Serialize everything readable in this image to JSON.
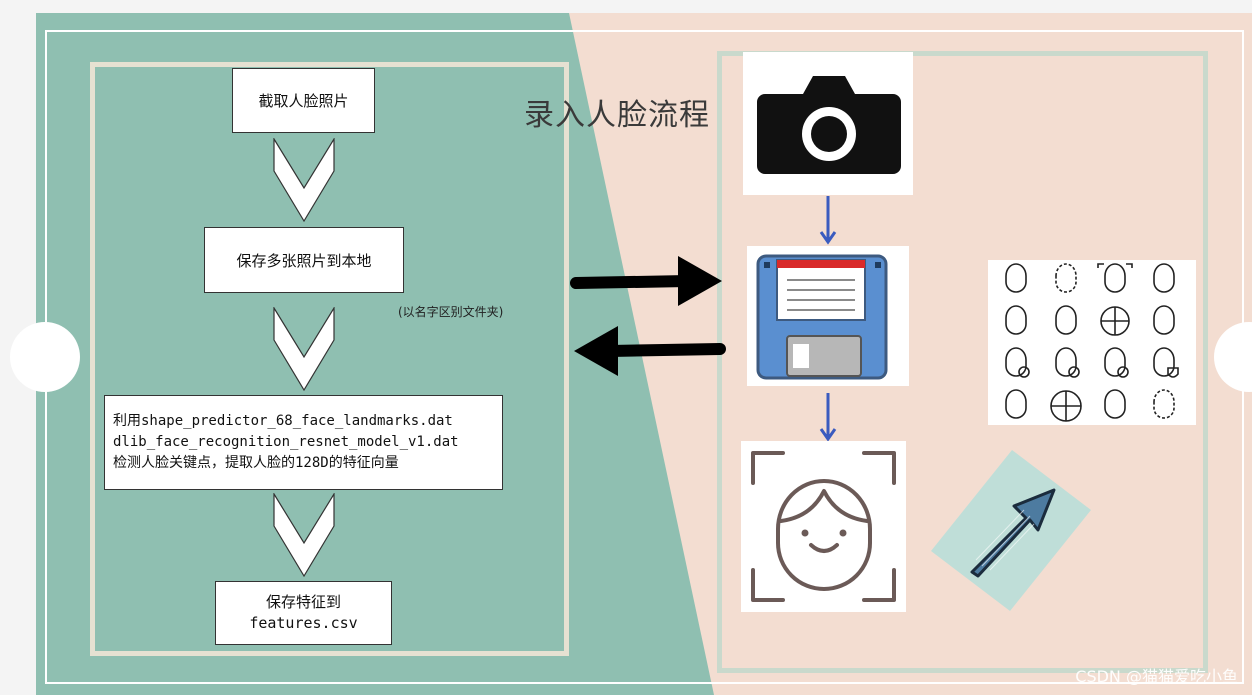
{
  "title": "录入人脸流程",
  "flow": {
    "step1": "截取人脸照片",
    "step2": "保存多张照片到本地",
    "note": "(以名字区别文件夹)",
    "step3_lines": [
      "利用shape_predictor_68_face_landmarks.dat",
      "dlib_face_recognition_resnet_model_v1.dat",
      "检测人脸关键点，提取人脸的128D的特征向量"
    ],
    "step4_lines": [
      "保存特征到",
      "features.csv"
    ]
  },
  "icons": [
    "camera-icon",
    "floppy-disk-icon",
    "face-scan-icon",
    "face-icon-grid",
    "arrow-icon"
  ],
  "colors": {
    "teal_panel": "#8fbfb1",
    "peach_panel": "#f3ddd1",
    "flow_arrow_blue": "#3a5bbf",
    "black_arrow": "#000000"
  },
  "watermark": "CSDN @猫猫爱吃小鱼"
}
